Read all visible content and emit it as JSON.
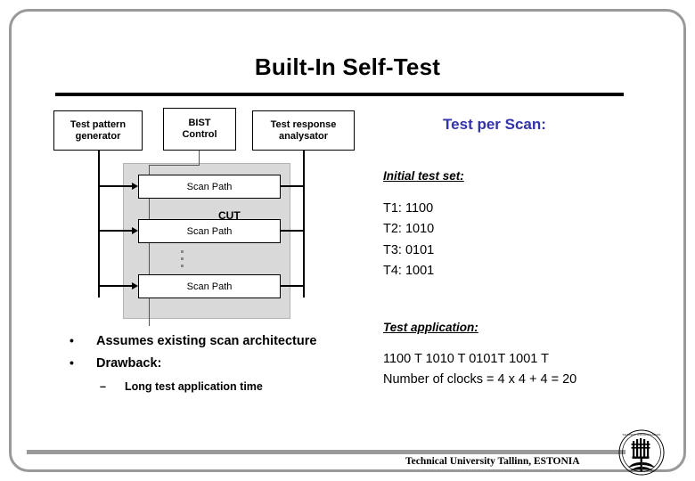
{
  "slide": {
    "title": "Built-In Self-Test"
  },
  "diagram": {
    "blocks": {
      "tpg": "Test pattern generator",
      "tpg_line1": "Test pattern",
      "tpg_line2": "generator",
      "bist_line1": "BIST",
      "bist_line2": "Control",
      "tra_line1": "Test response",
      "tra_line2": "analysator",
      "cut_label": "CUT",
      "scan_path": "Scan Path"
    }
  },
  "bullets": {
    "item1": "Assumes existing scan architecture",
    "item2": "Drawback:",
    "sub1": "Long test application time"
  },
  "right": {
    "heading": "Test per Scan:",
    "initial_label": "Initial test set:",
    "vectors": [
      "T1: 1100",
      "T2: 1010",
      "T3: 0101",
      "T4: 1001"
    ],
    "application_label": "Test application:",
    "application_sequence": "1100 T 1010 T 0101T 1001 T",
    "clock_count": "Number of clocks = 4 x 4 + 4 = 20"
  },
  "footer": {
    "text": "Technical University Tallinn, ESTONIA"
  },
  "colors": {
    "accent_blue": "#3333aa",
    "cut_gray": "#d9d9d9",
    "frame_gray": "#999999"
  }
}
